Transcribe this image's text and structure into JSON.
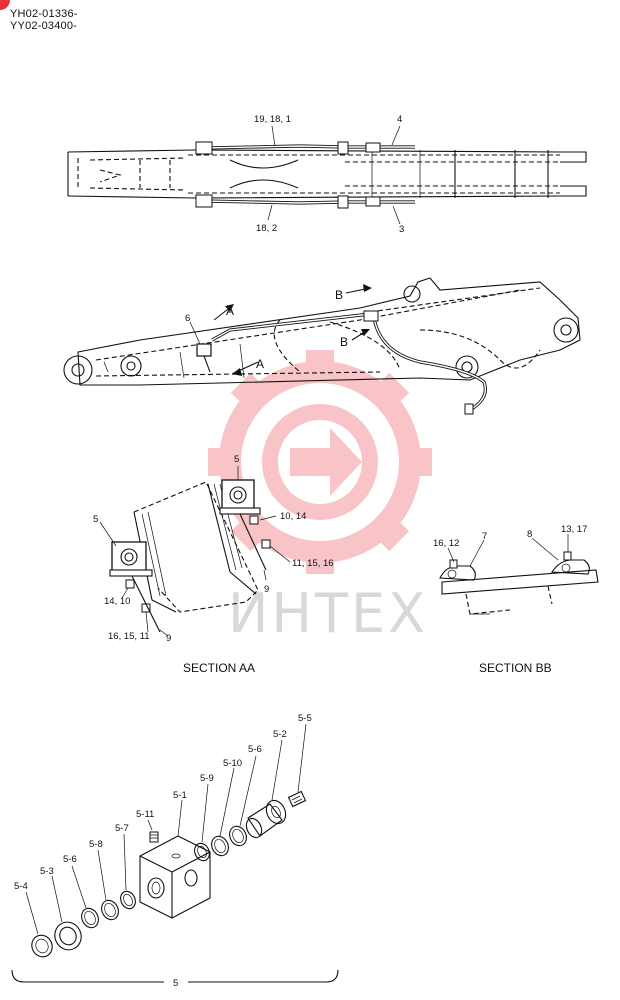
{
  "header": {
    "serial_line_1": "YH02-01336-",
    "serial_line_2": "YY02-03400-"
  },
  "watermark": {
    "text": "ИНТЕХ",
    "gear_color": "#e8303a",
    "text_color": "#b9b9b9"
  },
  "top_view": {
    "callouts": {
      "c19_18_1": "19, 18, 1",
      "c4": "4",
      "c18_2": "18, 2",
      "c3": "3"
    }
  },
  "side_view": {
    "callouts": {
      "c6": "6",
      "a_upper": "A",
      "a_lower": "A",
      "b_upper": "B",
      "b_lower": "B"
    }
  },
  "section_aa": {
    "title": "SECTION AA",
    "callouts": {
      "c5_right": "5",
      "c10_14": "10, 14",
      "c11_15_16_right": "11, 15, 16",
      "c9_right": "9",
      "c5_left": "5",
      "c14_10": "14, 10",
      "c16_15_11": "16, 15, 11",
      "c9_left": "9"
    }
  },
  "section_bb": {
    "title": "SECTION BB",
    "callouts": {
      "c16_12": "16, 12",
      "c7": "7",
      "c8": "8",
      "c13_17": "13, 17"
    }
  },
  "exploded_view": {
    "callouts": {
      "p5_5": "5-5",
      "p5_2": "5-2",
      "p5_6a": "5-6",
      "p5_10": "5-10",
      "p5_9": "5-9",
      "p5_1": "5-1",
      "p5_11": "5-11",
      "p5_7": "5-7",
      "p5_8": "5-8",
      "p5_6b": "5-6",
      "p5_3": "5-3",
      "p5_4": "5-4"
    },
    "assembly_label": "5"
  }
}
